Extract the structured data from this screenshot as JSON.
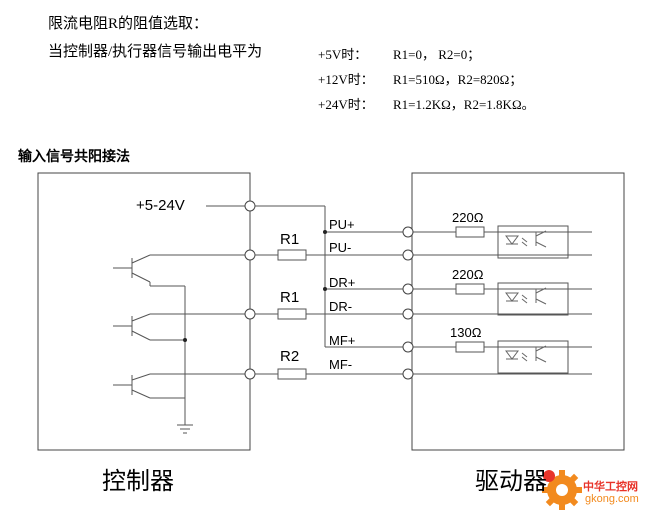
{
  "notes": {
    "title": "限流电阻R的阻值选取：",
    "lead": "当控制器/执行器信号输出电平为",
    "rows": [
      {
        "voltage": "+5V时：",
        "values": "R1=0，  R2=0；"
      },
      {
        "voltage": "+12V时：",
        "values": "R1=510Ω，R2=820Ω；"
      },
      {
        "voltage": "+24V时：",
        "values": "R1=1.2KΩ，R2=1.8KΩ。"
      }
    ]
  },
  "diagram": {
    "heading": "输入信号共阳接法",
    "supply": "+5-24V",
    "left_resistors": [
      "R1",
      "R1",
      "R2"
    ],
    "signals": [
      "PU+",
      "PU-",
      "DR+",
      "DR-",
      "MF+",
      "MF-"
    ],
    "driver_resistors": [
      "220Ω",
      "220Ω",
      "130Ω"
    ],
    "controller_label": "控制器",
    "driver_label": "驱动器"
  },
  "watermark": {
    "site_cn": "中华工控网",
    "site_url": "gkong.com"
  },
  "colors": {
    "line": "#555555",
    "box": "#444444",
    "watermark_orange": "#f28a1e",
    "watermark_red": "#e8342a"
  }
}
